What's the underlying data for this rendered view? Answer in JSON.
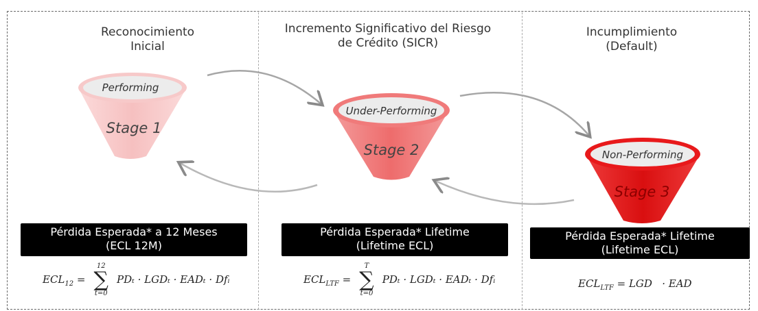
{
  "columns": [
    {
      "title_lines": [
        "Reconocimiento",
        "Inicial"
      ],
      "top_label": "Performing",
      "stage_label": "Stage 1",
      "banner_lines": [
        "Pérdida Esperada* a 12 Meses",
        "(ECL 12M)"
      ],
      "formula": {
        "lhs": "ECL",
        "lhs_sub": "12",
        "sum_upper": "12",
        "sum_lower": "t=0",
        "terms": "PDₜ · LGDₜ · EADₜ · Dfᵢ"
      }
    },
    {
      "title_lines": [
        "Incremento Significativo del Riesgo",
        "de Crédito (SICR)"
      ],
      "top_label": "Under-Performing",
      "stage_label": "Stage 2",
      "banner_lines": [
        "Pérdida Esperada* Lifetime",
        "(Lifetime ECL)"
      ],
      "formula": {
        "lhs": "ECL",
        "lhs_sub": "LTF",
        "sum_upper": "T",
        "sum_lower": "t=0",
        "terms": "PDₜ · LGDₜ · EADₜ · Dfᵢ"
      }
    },
    {
      "title_lines": [
        "Incumplimiento",
        "(Default)"
      ],
      "top_label": "Non-Performing",
      "stage_label": "Stage 3",
      "banner_lines": [
        "Pérdida Esperada* Lifetime",
        "(Lifetime ECL)"
      ],
      "formula": {
        "lhs": "ECL",
        "lhs_sub": "LTF",
        "rhs": "= LGD   · EAD"
      }
    }
  ],
  "colors": {
    "stage1": "#f7c9c9",
    "stage2": "#f07a7a",
    "stage3": "#e8191b",
    "arrow": "#a6a6a6"
  }
}
